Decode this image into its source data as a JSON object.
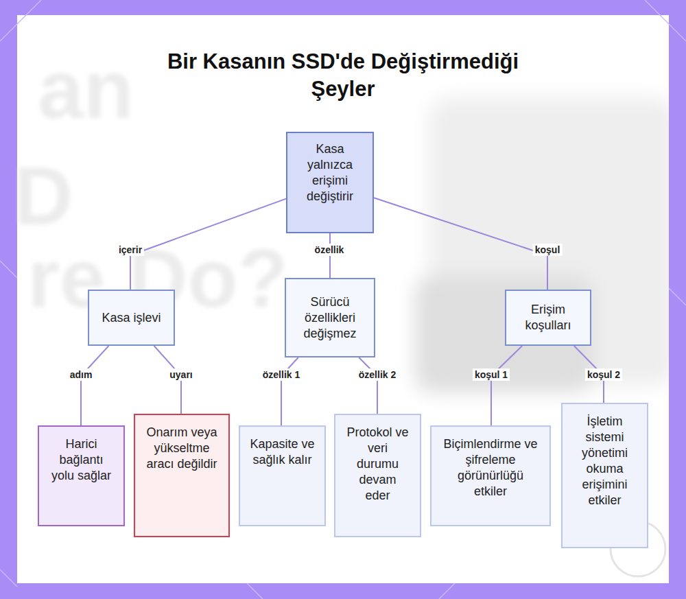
{
  "diagram": {
    "title": "Bir Kasanın SSD'de Değiştirmediği Şeyler",
    "nodes": [
      {
        "text": [
          "Kasa yalnızca erişimi değiştirir"
        ]
      },
      {
        "text": [
          "Kasa işlevi"
        ]
      },
      {
        "text": [
          "Sürücü özellikleri değişmez"
        ]
      },
      {
        "text": [
          "Erişim koşulları"
        ]
      },
      {
        "text": [
          "Harici bağlantı yolu sağlar"
        ]
      },
      {
        "text": [
          "Onarım veya yükseltme aracı değildir"
        ]
      },
      {
        "text": [
          "Kapasite ve sağlık kalır"
        ]
      },
      {
        "text": [
          "Protokol ve veri durumu devam eder"
        ]
      },
      {
        "text": [
          "Biçimlendirme ve şifreleme görünürlüğü etkiler"
        ]
      },
      {
        "text": [
          "İşletim sistemi yönetimi okuma erişimini etkiler"
        ]
      }
    ],
    "edges": [
      {
        "from": 0,
        "to": 1,
        "label": "içerir",
        "arrow": "none"
      },
      {
        "from": 0,
        "to": 2,
        "label": "özellik",
        "arrow": "none"
      },
      {
        "from": 0,
        "to": 3,
        "label": "koşul",
        "arrow": "none"
      },
      {
        "from": 1,
        "to": 4,
        "label": "adım",
        "arrow": "none"
      },
      {
        "from": 1,
        "to": 5,
        "label": "uyarı",
        "arrow": "none"
      },
      {
        "from": 2,
        "to": 6,
        "label": "özellik 1",
        "arrow": "none"
      },
      {
        "from": 2,
        "to": 7,
        "label": "özellik 2",
        "arrow": "none"
      },
      {
        "from": 3,
        "to": 8,
        "label": "koşul 1",
        "arrow": "none"
      },
      {
        "from": 3,
        "to": 9,
        "label": "koşul 2",
        "arrow": "none"
      }
    ],
    "labels": [
      "an",
      "D",
      "re Do?"
    ]
  }
}
